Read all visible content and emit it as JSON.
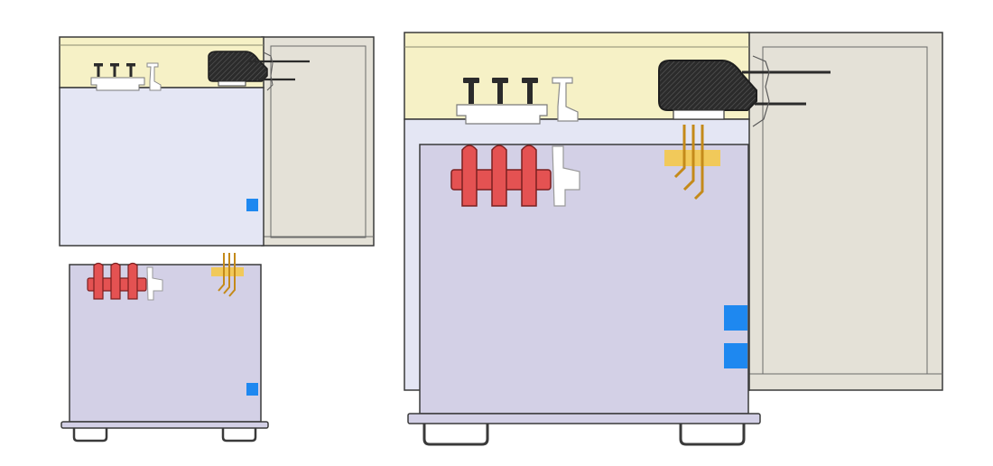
{
  "diagram": {
    "views": [
      {
        "name": "assembled-view-small"
      },
      {
        "name": "exploded-view-small"
      },
      {
        "name": "assembled-view-large"
      }
    ],
    "colors": {
      "upper_panel": "#f6f1c6",
      "lower_panel_light": "#e4e6f4",
      "lower_panel": "#d3d0e6",
      "side_cabinet": "#e4e1d7",
      "outline": "#3a3a3a",
      "red_connector": "#e45252",
      "red_outline": "#7a1f1f",
      "orange_pins": "#e0a93a",
      "orange_band": "#f4c84a",
      "blue_tab": "#1e88f0",
      "black_latch": "#2b2b2b"
    },
    "parts": {
      "red_connector_icon": "red-connector-icon",
      "black_connector_icon": "black-connector-icon",
      "pin_header_icon": "pin-header-icon",
      "blue_tab_icon": "blue-tab-icon",
      "latch_icon": "latch-icon",
      "foot_icon": "foot-icon"
    }
  }
}
